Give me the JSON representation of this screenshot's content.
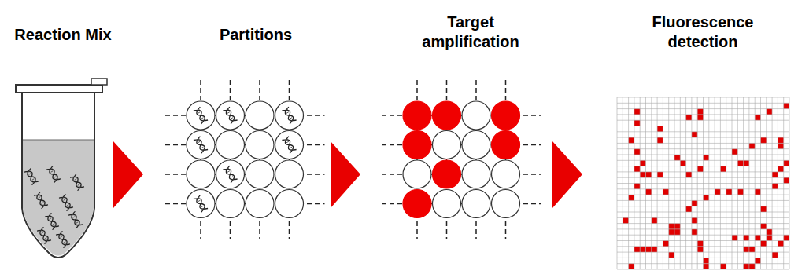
{
  "diagram": {
    "labels": [
      "Reaction Mix",
      "Partitions",
      "Target amplification",
      "Fluorescence detection"
    ]
  }
}
